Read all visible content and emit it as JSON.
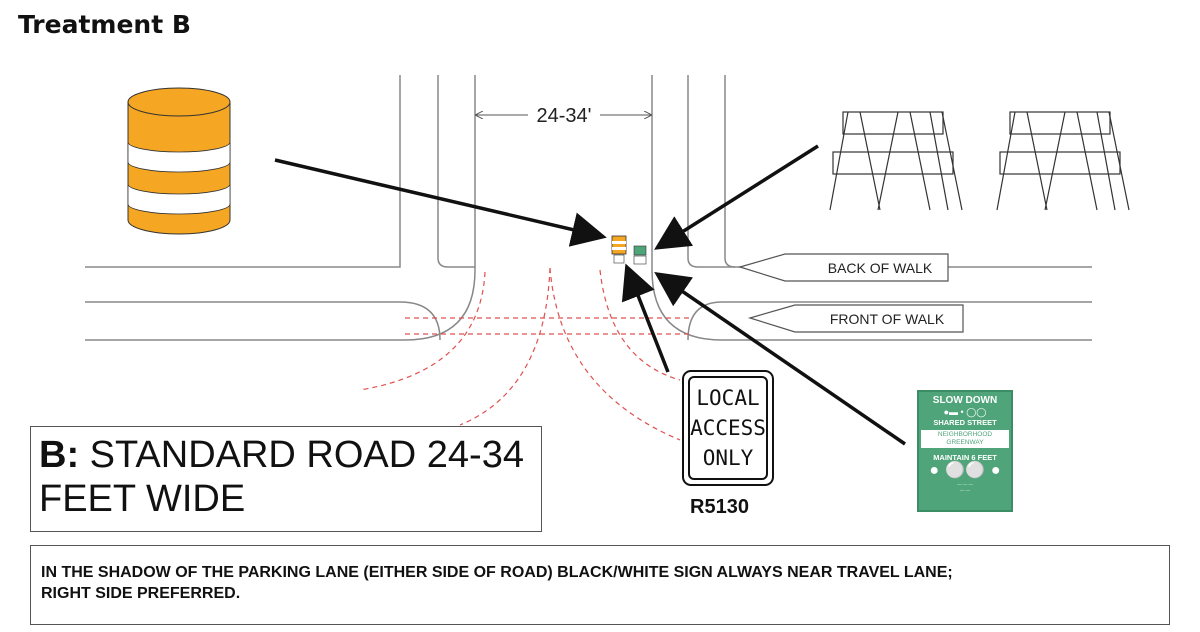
{
  "heading": "Treatment B",
  "dimension_label": "24-34'",
  "walk_labels": {
    "back": "BACK OF WALK",
    "front": "FRONT OF WALK"
  },
  "caption": {
    "prefix": "B:",
    "line1_rest": " STANDARD ROAD 24-34",
    "line2": "FEET WIDE"
  },
  "note": {
    "line1": "IN THE SHADOW OF THE PARKING LANE (EITHER SIDE OF ROAD) BLACK/WHITE SIGN ALWAYS NEAR TRAVEL LANE;",
    "line2": "RIGHT SIDE PREFERRED."
  },
  "regulatory_sign": {
    "lines": [
      "LOCAL",
      "ACCESS",
      "ONLY"
    ],
    "code": "R5130"
  },
  "greenway_sign": {
    "top": "SLOW DOWN",
    "middle": "SHARED STREET",
    "band_line1": "NEIGHBORHOOD",
    "band_line2": "GREENWAY",
    "bottom": "MAINTAIN 6 FEET"
  },
  "colors": {
    "barrel_orange": "#f5a623",
    "sign_green": "#4fa47a",
    "dashed_red": "#e05050",
    "line_gray": "#777777"
  },
  "icons": [
    "drum-barrel-icon",
    "barricade-icon",
    "car-icon",
    "bike-icon",
    "pedestrian-icon"
  ]
}
